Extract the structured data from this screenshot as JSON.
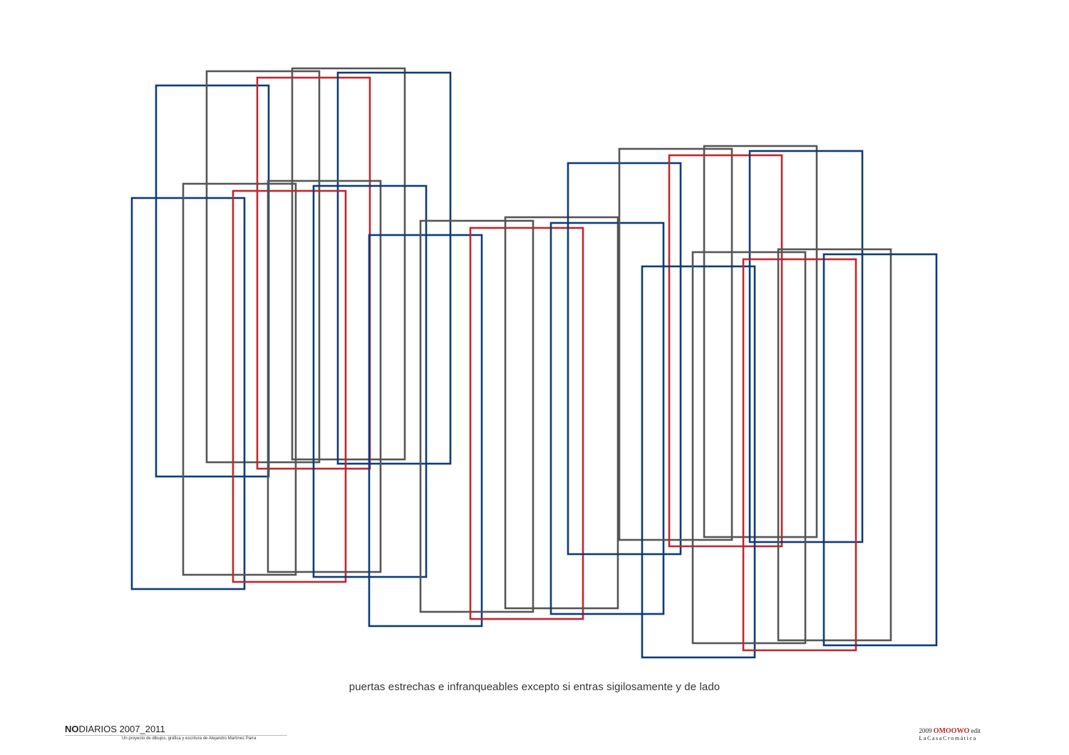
{
  "colors": {
    "blue": "#0d3b7a",
    "gray": "#555555",
    "red": "#c0272d",
    "background": "#ffffff"
  },
  "caption": "puertas estrechas e infranqueables excepto si entras sigilosamente y de lado",
  "footer": {
    "title_bold": "NO",
    "title_rest": "DIARIOS 2007_2011",
    "subtitle": "Un proyecto de dibujos, gráfica y escritura de Alejandro Martínez Parra",
    "year": "2009",
    "brand": "OMOOWO",
    "edit": "edit",
    "studio": "LaCasaCromática"
  }
}
